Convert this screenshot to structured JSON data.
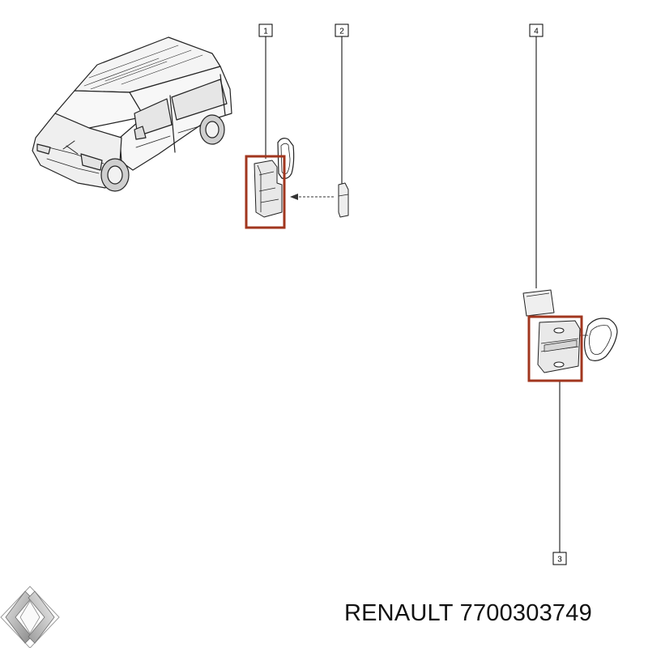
{
  "callouts": [
    "1",
    "2",
    "3",
    "4"
  ],
  "brand": {
    "name": "RENAULT",
    "part_number": "7700303749",
    "highlight_color": "#a1361e"
  }
}
